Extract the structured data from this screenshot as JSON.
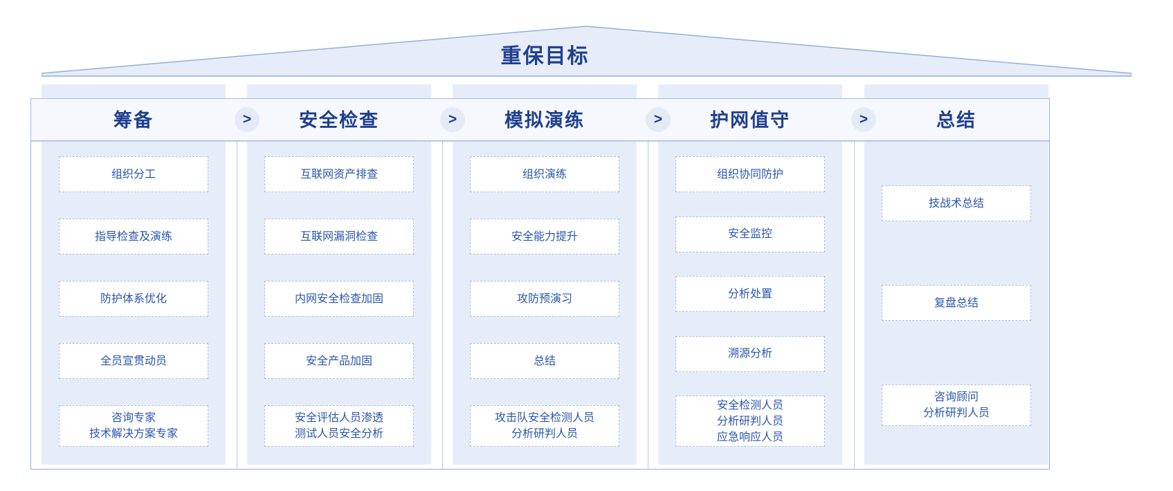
{
  "title": "重保目标",
  "separator_icon": ">",
  "colors": {
    "title_blue": "#1f3f8f",
    "card_text_blue": "#2a56ad",
    "column_bg": "#e7edf8",
    "header_bg": "#f6f8fd",
    "card_border": "#a8bcdd"
  },
  "columns": [
    {
      "stage": "筹备",
      "cards": [
        {
          "lines": [
            "组织分工"
          ]
        },
        {
          "lines": [
            "指导检查及演练"
          ]
        },
        {
          "lines": [
            "防护体系优化"
          ]
        },
        {
          "lines": [
            "全员宣贯动员"
          ]
        },
        {
          "lines": [
            "咨询专家",
            "技术解决方案专家"
          ]
        }
      ]
    },
    {
      "stage": "安全检查",
      "cards": [
        {
          "lines": [
            "互联网资产排查"
          ]
        },
        {
          "lines": [
            "互联网漏洞检查"
          ]
        },
        {
          "lines": [
            "内网安全检查加固"
          ]
        },
        {
          "lines": [
            "安全产品加固"
          ]
        },
        {
          "lines": [
            "安全评估人员渗透",
            "测试人员安全分析"
          ]
        }
      ]
    },
    {
      "stage": "模拟演练",
      "cards": [
        {
          "lines": [
            "组织演练"
          ]
        },
        {
          "lines": [
            "安全能力提升"
          ]
        },
        {
          "lines": [
            "攻防预演习"
          ]
        },
        {
          "lines": [
            "总结"
          ]
        },
        {
          "lines": [
            "攻击队安全检测人员",
            "分析研判人员"
          ]
        }
      ]
    },
    {
      "stage": "护网值守",
      "cards": [
        {
          "lines": [
            "组织协同防护"
          ]
        },
        {
          "lines": [
            "安全监控"
          ]
        },
        {
          "lines": [
            "分析处置"
          ]
        },
        {
          "lines": [
            "溯源分析"
          ]
        },
        {
          "lines": [
            "安全检测人员",
            "分析研判人员",
            "应急响应人员"
          ]
        }
      ]
    },
    {
      "stage": "总结",
      "cards": [
        {
          "lines": [
            "技战术总结"
          ]
        },
        {
          "lines": [
            "复盘总结"
          ]
        },
        {
          "lines": [
            "咨询顾问",
            "分析研判人员"
          ]
        }
      ]
    }
  ]
}
